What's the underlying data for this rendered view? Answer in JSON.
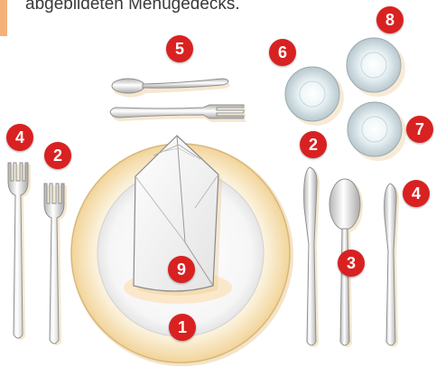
{
  "caption": "abgebildeten Menügedecks.",
  "colors": {
    "badge": "#d92121",
    "caption_accent": "#f4b27a",
    "plate_rim": "#f5deb0",
    "silver": "#c8c8c8"
  },
  "items": [
    {
      "id": "plate",
      "number": "1",
      "icon": "charger-plate-icon"
    },
    {
      "id": "knife-fork-main",
      "number": "2",
      "icon": "main-knife-and-fork-icon"
    },
    {
      "id": "soup-spoon",
      "number": "3",
      "icon": "soup-spoon-icon"
    },
    {
      "id": "knife-fork-starter",
      "number": "4",
      "icon": "starter-knife-and-fork-icon"
    },
    {
      "id": "dessert-cutlery",
      "number": "5",
      "icon": "dessert-spoon-and-fork-icon"
    },
    {
      "id": "glass-6",
      "number": "6",
      "icon": "glass-icon"
    },
    {
      "id": "glass-7",
      "number": "7",
      "icon": "glass-icon"
    },
    {
      "id": "glass-8",
      "number": "8",
      "icon": "glass-icon"
    },
    {
      "id": "napkin",
      "number": "9",
      "icon": "folded-napkin-icon"
    }
  ]
}
